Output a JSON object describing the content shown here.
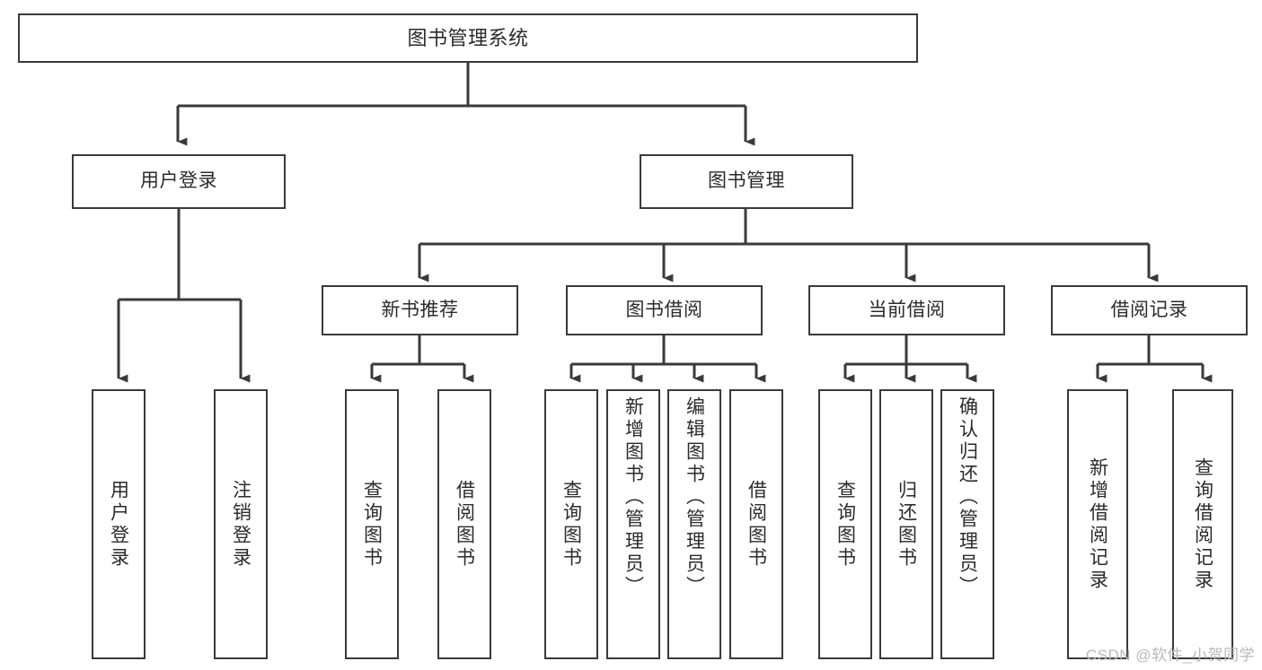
{
  "diagram": {
    "type": "tree",
    "title": "图书管理系统",
    "watermark": "CSDN @软件_小贺同学",
    "colors": {
      "box_border": "#3a3a3a",
      "box_fill": "#ffffff",
      "connector": "#3a3a3a",
      "text": "#2b2b2b",
      "watermark": "#b9b9b9",
      "background": "#ffffff"
    },
    "root": {
      "label": "图书管理系统"
    },
    "level2": [
      {
        "label": "用户登录"
      },
      {
        "label": "图书管理"
      }
    ],
    "level3": [
      {
        "label": "新书推荐"
      },
      {
        "label": "图书借阅"
      },
      {
        "label": "当前借阅"
      },
      {
        "label": "借阅记录"
      }
    ],
    "leaves": {
      "user_login": [
        {
          "label": "用户登录"
        },
        {
          "label": "注销登录"
        }
      ],
      "new_book_recommend": [
        {
          "label": "查询图书"
        },
        {
          "label": "借阅图书"
        }
      ],
      "book_borrow": [
        {
          "label": "查询图书"
        },
        {
          "label": "新增图书（管理员）"
        },
        {
          "label": "编辑图书（管理员）"
        },
        {
          "label": "借阅图书"
        }
      ],
      "current_borrow": [
        {
          "label": "查询图书"
        },
        {
          "label": "归还图书"
        },
        {
          "label": "确认归还（管理员）"
        }
      ],
      "borrow_record": [
        {
          "label": "新增借阅记录"
        },
        {
          "label": "查询借阅记录"
        }
      ]
    }
  }
}
